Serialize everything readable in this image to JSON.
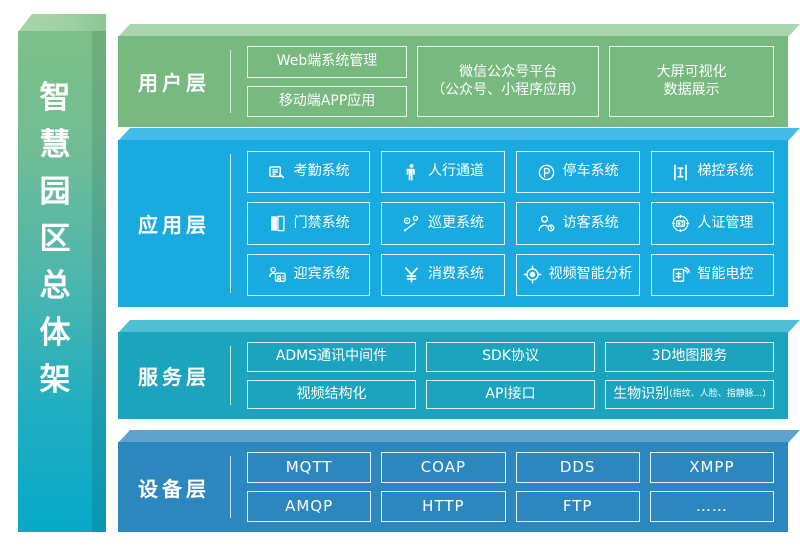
{
  "title_vertical": "智慧园区总体架",
  "title_chars": [
    "智",
    "慧",
    "园",
    "区",
    "总",
    "体",
    "架"
  ],
  "colors": {
    "pillar_top": "#7dc087",
    "pillar_bottom": "#07a9c9",
    "user_layer": "#77b97f",
    "app_layer": "#19abdf",
    "service_layer": "#1ca3be",
    "device_layer": "#2d87bf",
    "cell_border": "#ffffff",
    "text": "#ffffff",
    "background": "#ffffff"
  },
  "layers": [
    {
      "id": "user",
      "label": "用户层",
      "cells": [
        {
          "text": "Web端系统管理",
          "icon": null
        },
        {
          "text": "移动端APP应用",
          "icon": null
        },
        {
          "text": "微信公众号平台",
          "text2": "（公众号、小程序应用）",
          "icon": null
        },
        {
          "text": "大屏可视化",
          "text2": "数据展示",
          "icon": null
        }
      ]
    },
    {
      "id": "app",
      "label": "应用层",
      "cells": [
        {
          "text": "考勤系统",
          "icon": "attendance-icon"
        },
        {
          "text": "人行通道",
          "icon": "pedestrian-icon"
        },
        {
          "text": "停车系统",
          "icon": "parking-icon"
        },
        {
          "text": "梯控系统",
          "icon": "elevator-icon"
        },
        {
          "text": "门禁系统",
          "icon": "door-access-icon"
        },
        {
          "text": "巡更系统",
          "icon": "patrol-icon"
        },
        {
          "text": "访客系统",
          "icon": "visitor-icon"
        },
        {
          "text": "人证管理",
          "icon": "id-verify-icon"
        },
        {
          "text": "迎宾系统",
          "icon": "greeting-icon"
        },
        {
          "text": "消费系统",
          "icon": "payment-icon"
        },
        {
          "text": "视频智能分析",
          "icon": "video-analytics-icon"
        },
        {
          "text": "智能电控",
          "icon": "power-control-icon"
        }
      ]
    },
    {
      "id": "service",
      "label": "服务层",
      "cells": [
        {
          "text": "ADMS通讯中间件",
          "icon": null
        },
        {
          "text": "SDK协议",
          "icon": null
        },
        {
          "text": "3D地图服务",
          "icon": null
        },
        {
          "text": "视频结构化",
          "icon": null
        },
        {
          "text": "API接口",
          "icon": null
        },
        {
          "text": "生物识别",
          "sub": "(指纹、人脸、指静脉...)",
          "icon": null
        }
      ]
    },
    {
      "id": "device",
      "label": "设备层",
      "cells": [
        {
          "text": "MQTT",
          "icon": null
        },
        {
          "text": "COAP",
          "icon": null
        },
        {
          "text": "DDS",
          "icon": null
        },
        {
          "text": "XMPP",
          "icon": null
        },
        {
          "text": "AMQP",
          "icon": null
        },
        {
          "text": "HTTP",
          "icon": null
        },
        {
          "text": "FTP",
          "icon": null
        },
        {
          "text": "……",
          "icon": null
        }
      ]
    }
  ]
}
